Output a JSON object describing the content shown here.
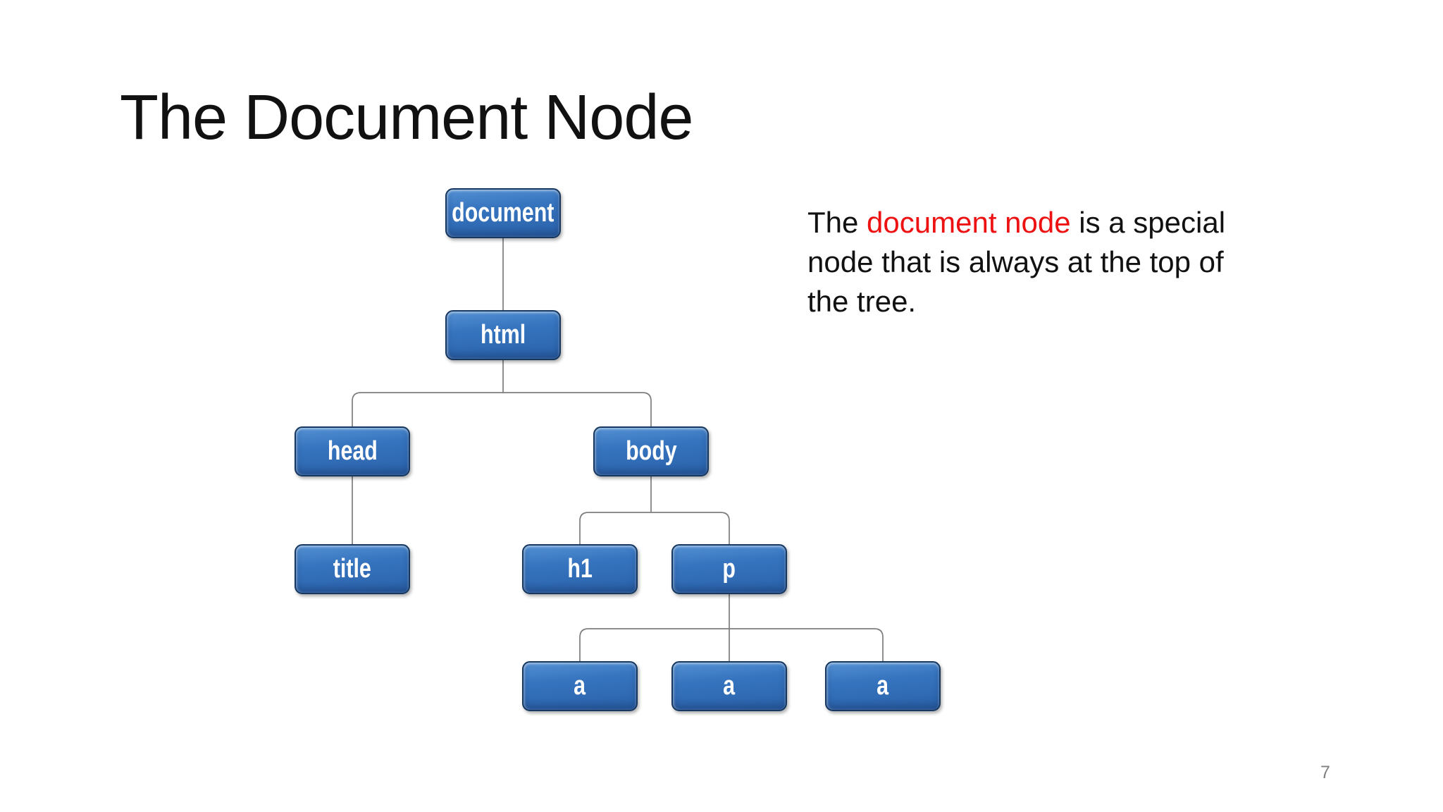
{
  "slide": {
    "title": "The Document Node",
    "page_number": "7"
  },
  "annotation": {
    "line1_pre": "The ",
    "line1_highlight": "document node",
    "line1_post": " is a special",
    "line2": "node that is always at the top of",
    "line3": "the tree."
  },
  "tree": {
    "nodes": [
      {
        "id": "document",
        "label": "document"
      },
      {
        "id": "html",
        "label": "html"
      },
      {
        "id": "head",
        "label": "head"
      },
      {
        "id": "body",
        "label": "body"
      },
      {
        "id": "title",
        "label": "title"
      },
      {
        "id": "h1",
        "label": "h1"
      },
      {
        "id": "p",
        "label": "p"
      },
      {
        "id": "a1",
        "label": "a"
      },
      {
        "id": "a2",
        "label": "a"
      },
      {
        "id": "a3",
        "label": "a"
      }
    ],
    "edges": [
      {
        "from": "document",
        "to": "html"
      },
      {
        "from": "html",
        "to": "head"
      },
      {
        "from": "html",
        "to": "body"
      },
      {
        "from": "head",
        "to": "title"
      },
      {
        "from": "body",
        "to": "h1"
      },
      {
        "from": "body",
        "to": "p"
      },
      {
        "from": "p",
        "to": "a1"
      },
      {
        "from": "p",
        "to": "a2"
      },
      {
        "from": "p",
        "to": "a3"
      }
    ]
  },
  "colors": {
    "background": "#ffffff",
    "title_color": "#111111",
    "text_color": "#111111",
    "highlight": "#ee1111",
    "page_number_color": "#808080",
    "connector": "#7d7d7d",
    "node_border": "#16375f",
    "node_text": "#ffffff",
    "node_fill_top": "#5390d2",
    "node_fill_mid": "#3674bf",
    "node_fill_bottom": "#2a62a9"
  }
}
